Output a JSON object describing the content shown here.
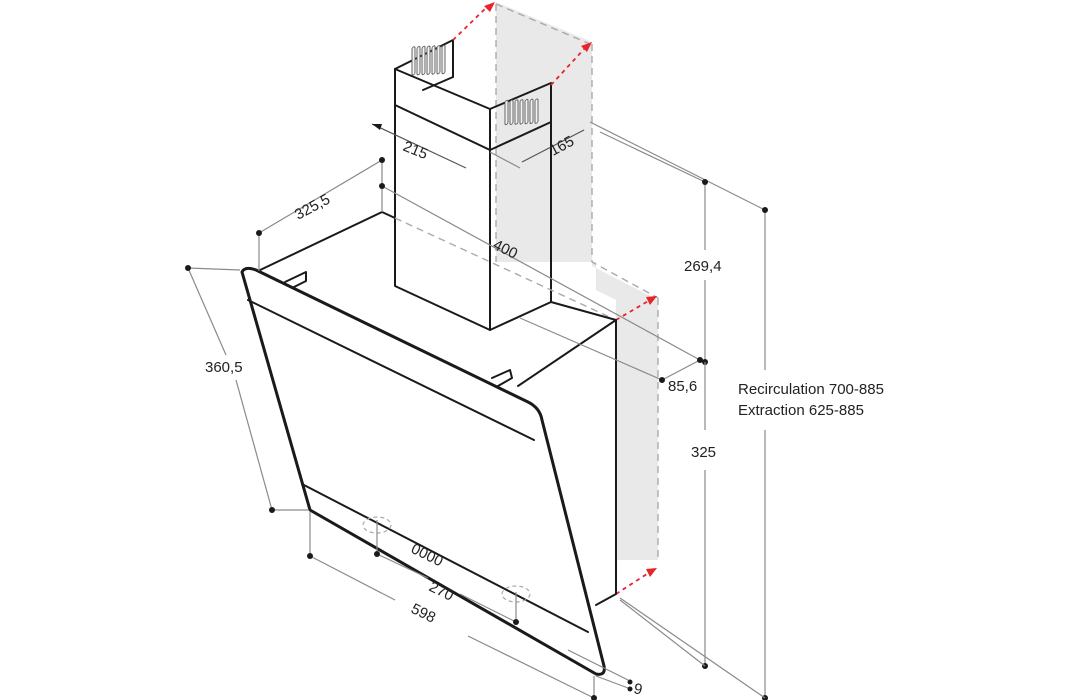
{
  "diagram": {
    "subject": "Angled glass chimney cooker hood - dimension drawing",
    "dimensions": {
      "chimney_width": "215",
      "chimney_depth": "165",
      "hood_depth_top": "325,5",
      "hood_width_top": "400",
      "chimney_height": "269,4",
      "wall_offset": "85,6",
      "glass_slant_height": "360,5",
      "hood_height": "325",
      "control_spacing": "270",
      "hood_width": "598",
      "glass_thickness": "9"
    },
    "notes": {
      "recirculation": "Recirculation 700-885",
      "extraction": "Extraction 625-885"
    },
    "control_panel_display": "0000",
    "colors": {
      "line": "#1a1a1a",
      "dimension_line": "#8a8a8a",
      "wall_shade": "#e9e9ea",
      "arrow_red": "#e8232a"
    }
  }
}
